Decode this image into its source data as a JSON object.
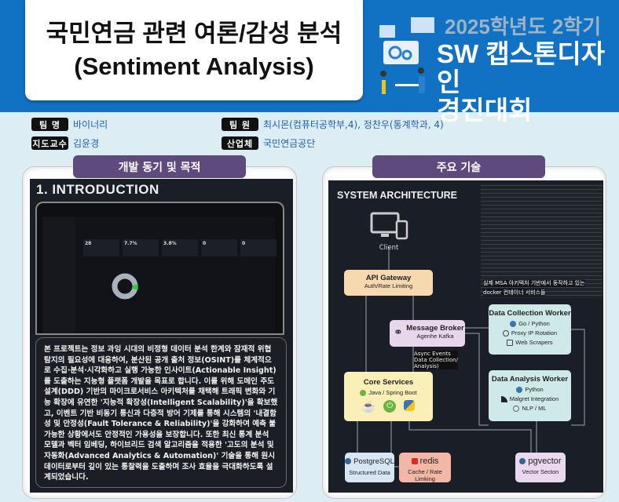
{
  "header": {
    "title_line1": "국민연금 관련 여론/감성 분석",
    "title_line2": "(Sentiment Analysis)",
    "contest_year": "2025학년도 2학기",
    "contest_name1": "SW 캡스톤디자인",
    "contest_name2": "경진대회"
  },
  "info": {
    "team_label": "팀 명",
    "team": "바이너리",
    "advisor_label": "지도교수",
    "advisor": "김윤경",
    "members_label": "팀 원",
    "members": "최시몬(컴퓨터공학부,4), 정찬우(통계학과, 4)",
    "company_label": "산업체",
    "company": "국민연금공단"
  },
  "left": {
    "tab": "개발 동기 및 목적",
    "heading": "1. INTRODUCTION",
    "kpis": [
      "28",
      "7.7%",
      "3.8%",
      "0",
      "0"
    ],
    "body": "본 프로젝트는 정보 과잉 시대의 비정형 데이터 분석 한계와 잠재적 위협 탐지의 필요성에 대응하여, 분산된 공개 출처 정보(OSINT)를 체계적으로 수집·분석·시각화하고 실행 가능한 인사이트(Actionable Insight)를 도출하는 지능형 플랫폼 개발을 목표로 합니다. 이를 위해 도메인 주도 설계(DDD) 기반의 마이크로서비스 아키텍처를 채택해 트래픽 변화와 기능 확장에 유연한 '지능적 확장성(Intelligent Scalability)'을 확보했고, 이벤트 기반 비동기 통신과 다층적 방어 기제를 통해 시스템의 '내결함성 및 안정성(Fault Tolerance & Reliability)'을 강화하여 예측 불가능한 상황에서도 안정적인 가용성을 보장합니다. 또한 최신 통계 분석 모델과 벡터 임베딩, 하이브리드 검색 알고리즘을 적용한 '고도의 분석 및 자동화(Advanced Analytics & Automation)' 기술을 통해 원시 데이터로부터 깊이 있는 통찰력을 도출하며 조사 효율을 극대화하도록 설계되었습니다."
  },
  "right": {
    "tab": "주요 기술",
    "heading": "SYSTEM ARCHITECTURE",
    "log_caption1": "실제 MSA 아키텍처 기반에서 동작하고 있는",
    "log_caption2": "docker 컨테이너 서비스들",
    "client": "Client",
    "gateway": {
      "title": "API Gateway",
      "sub": "Auth/Rate Limiting"
    },
    "broker": {
      "title": "Message Broker",
      "sub": "Agenhe Kafka"
    },
    "async": [
      "Async Events",
      "Data Collection/",
      "Analysis)"
    ],
    "collector": {
      "title": "Data Collection Worker",
      "items": [
        "Go / Python",
        "Proxy IP Rotation",
        "Web Scrapers"
      ]
    },
    "analyzer": {
      "title": "Data Analysis Worker",
      "items": [
        "Python",
        "Malgret Integration",
        "NLP / ML"
      ]
    },
    "core": {
      "title": "Core Services",
      "sub": "Java / Spring Boot"
    },
    "postgres": {
      "title": "PostgreSQL",
      "sub": "Structured Data"
    },
    "redis": {
      "title": "redis",
      "sub": "Cache / Rate Limking"
    },
    "pgvector": {
      "title": "pgvector",
      "sub": "Vector Secton"
    },
    "colors": {
      "gateway": "#f7d9b0",
      "broker": "#e8d6ec",
      "worker": "#cfe9e8",
      "core": "#fbefb8",
      "postgres": "#d6e6f5",
      "redis": "#f2b7a6",
      "pgvector": "#ead9ee"
    }
  }
}
